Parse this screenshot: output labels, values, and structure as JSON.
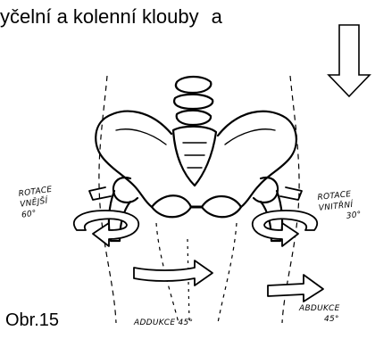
{
  "heading": {
    "main": "yčelní a kolenní klouby",
    "tail": "a"
  },
  "caption": "Obr.15",
  "labels": {
    "external_rotation": {
      "line1": "ROTACE",
      "line2": "VNĚJŠÍ",
      "degrees": "60°"
    },
    "internal_rotation": {
      "line1": "ROTACE",
      "line2": "VNITŘNÍ",
      "degrees": "30°"
    },
    "adduction": {
      "text": "ADDUKCE 45°"
    },
    "abduction": {
      "line1": "ABDUKCE",
      "degrees": "45°"
    }
  },
  "icons": {
    "down_arrow": "down-arrow-outline",
    "pelvis": "pelvis-sketch"
  },
  "colors": {
    "ink": "#000000",
    "paper": "#ffffff"
  }
}
